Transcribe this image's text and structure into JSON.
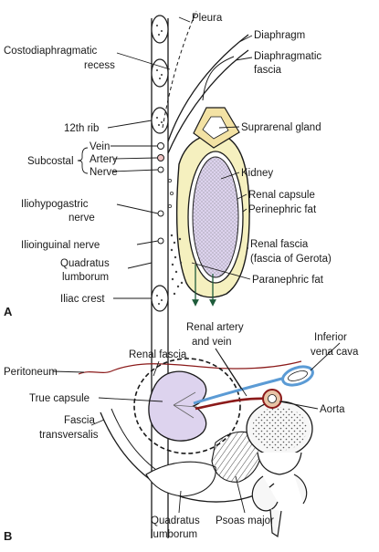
{
  "panel_a": {
    "letter": "A",
    "labels": {
      "pleura": "Pleura",
      "costodiaphragmatic_recess_1": "Costodiaphragmatic",
      "costodiaphragmatic_recess_2": "recess",
      "diaphragm": "Diaphragm",
      "diaphragmatic_fascia_1": "Diaphragmatic",
      "diaphragmatic_fascia_2": "fascia",
      "rib12": "12th rib",
      "suprarenal_gland": "Suprarenal gland",
      "subcostal": "Subcostal",
      "vein": "Vein",
      "artery": "Artery",
      "nerve": "Nerve",
      "kidney": "Kidney",
      "renal_capsule": "Renal capsule",
      "perinephric_fat": "Perinephric fat",
      "iliohypogastric_1": "Iliohypogastric",
      "iliohypogastric_2": "nerve",
      "renal_fascia_1": "Renal fascia",
      "renal_fascia_2": "(fascia of Gerota)",
      "ilioinguinal": "Ilioinguinal nerve",
      "quadratus_1": "Quadratus",
      "quadratus_2": "lumborum",
      "paranephric_fat": "Paranephric fat",
      "iliac_crest": "Iliac crest"
    }
  },
  "panel_b": {
    "letter": "B",
    "labels": {
      "renal_artery_vein_1": "Renal artery",
      "renal_artery_vein_2": "and vein",
      "inferior_vena_cava_1": "Inferior",
      "inferior_vena_cava_2": "vena cava",
      "renal_fascia": "Renal fascia",
      "peritoneum": "Peritoneum",
      "true_capsule": "True capsule",
      "aorta": "Aorta",
      "fascia_transversalis_1": "Fascia",
      "fascia_transversalis_2": "transversalis",
      "quadratus_1": "Quadratus",
      "quadratus_2": "lumborum",
      "psoas_major": "Psoas major"
    }
  },
  "colors": {
    "line": "#1a1a1a",
    "fat_yellow": "#f5f0bf",
    "kidney_fill": "#ddd3ee",
    "suprarenal_fill": "#f3e2a4",
    "rib_fill": "#ffffff",
    "aorta_fill": "#e8c4a6",
    "vessel_blue": "#5b9bd5",
    "artery_pink": "#f2c4c4",
    "bone_fill": "#f7f7f7",
    "arrow_green": "#1e5b3a"
  }
}
